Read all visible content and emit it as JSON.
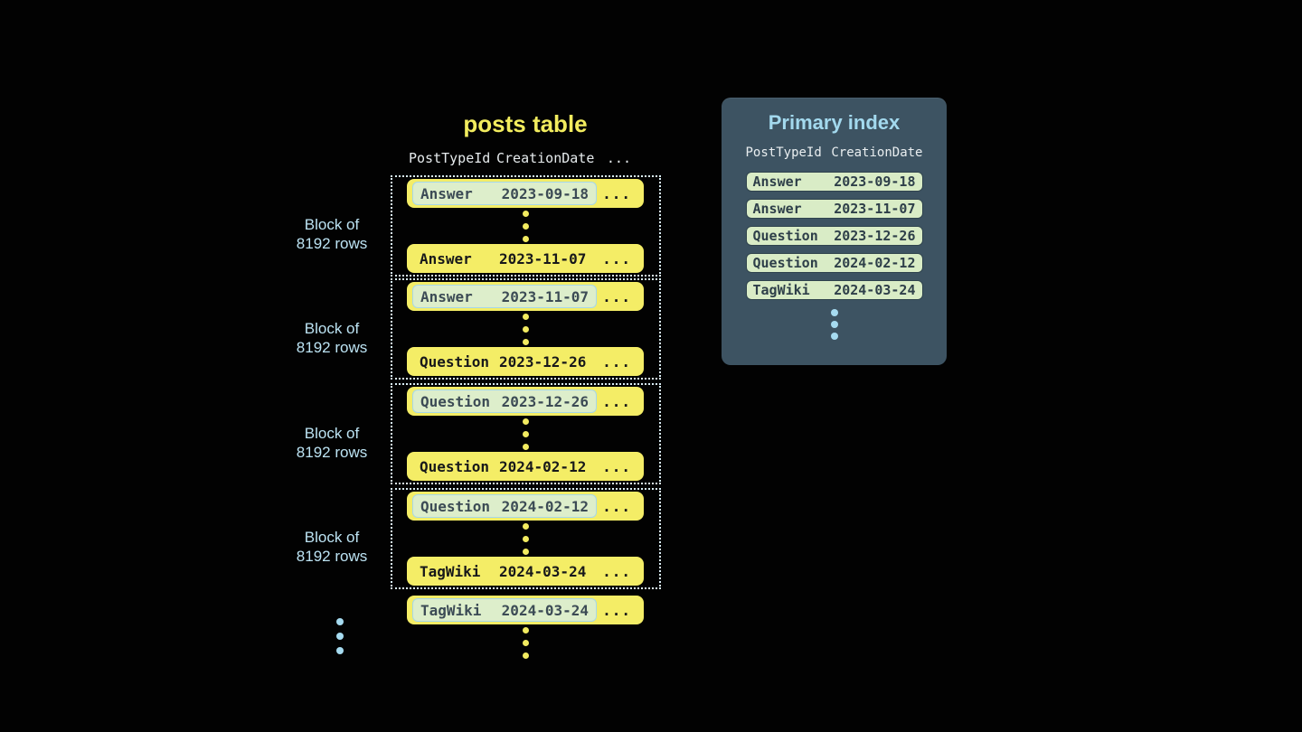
{
  "posts_table": {
    "title": "posts table",
    "header": {
      "col_type": "PostTypeId",
      "col_date": "CreationDate",
      "col_more": "..."
    },
    "ellipsis": "...",
    "block_label": {
      "line1": "Block of",
      "line2": "8192 rows"
    },
    "blocks": [
      {
        "first": {
          "type": "Answer",
          "date": "2023-09-18"
        },
        "last": {
          "type": "Answer",
          "date": "2023-11-07"
        }
      },
      {
        "first": {
          "type": "Answer",
          "date": "2023-11-07"
        },
        "last": {
          "type": "Question",
          "date": "2023-12-26"
        }
      },
      {
        "first": {
          "type": "Question",
          "date": "2023-12-26"
        },
        "last": {
          "type": "Question",
          "date": "2024-02-12"
        }
      },
      {
        "first": {
          "type": "Question",
          "date": "2024-02-12"
        },
        "last": {
          "type": "TagWiki",
          "date": "2024-03-24"
        }
      }
    ],
    "overflow_row": {
      "type": "TagWiki",
      "date": "2024-03-24"
    }
  },
  "primary_index": {
    "title": "Primary index",
    "header": {
      "col_type": "PostTypeId",
      "col_date": "CreationDate"
    },
    "rows": [
      {
        "type": "Answer",
        "date": "2023-09-18"
      },
      {
        "type": "Answer",
        "date": "2023-11-07"
      },
      {
        "type": "Question",
        "date": "2023-12-26"
      },
      {
        "type": "Question",
        "date": "2024-02-12"
      },
      {
        "type": "TagWiki",
        "date": "2024-03-24"
      }
    ]
  },
  "colors": {
    "background": "#020202",
    "row_yellow": "#f4ed66",
    "title_yellow": "#f2ec5e",
    "highlight_green": "#ddeecb",
    "highlight_border_blue": "#a6d7e9",
    "block_border_dotted": "#daeef6",
    "label_blue": "#bce3f3",
    "panel_background": "#3d5362",
    "panel_title_blue": "#a3d9ee",
    "index_row_green": "#d9ecc6",
    "dot_blue": "#a6dbf0",
    "dot_yellow": "#f2eb60"
  }
}
